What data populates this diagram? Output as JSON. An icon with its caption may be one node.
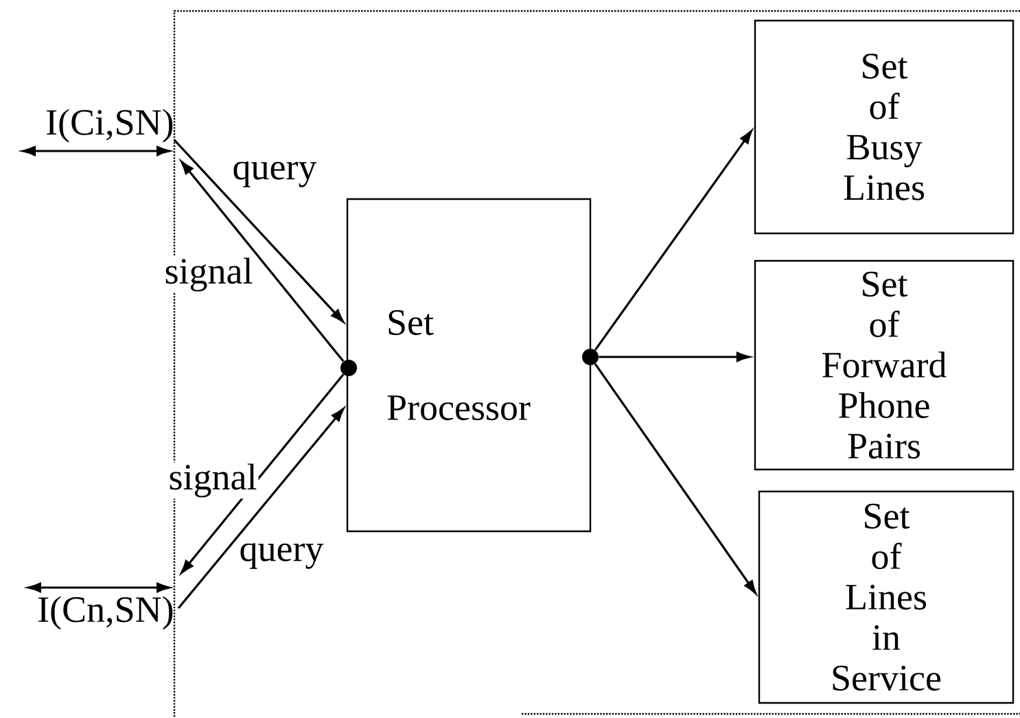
{
  "diagram": {
    "nodes": [
      {
        "text": [
          "I(Ci,SN)"
        ]
      },
      {
        "text": [
          "I(Cn,SN)"
        ]
      },
      {
        "text": [
          "Set Processor"
        ]
      },
      {
        "text": [],
        "shape": "circle"
      },
      {
        "text": [],
        "shape": "circle"
      },
      {
        "text": [
          "Set of Busy Lines"
        ]
      },
      {
        "text": [
          "Set of Forward Phone Pairs"
        ]
      },
      {
        "text": [
          "Set of Lines in Service"
        ]
      }
    ],
    "edges": [
      {
        "from": null,
        "to": 0,
        "arrow": "both"
      },
      {
        "from": 0,
        "to": 2,
        "arrow": "to",
        "label": "query"
      },
      {
        "from": 3,
        "to": 0,
        "arrow": "to",
        "label": "signal"
      },
      {
        "from": 3,
        "to": 1,
        "arrow": "to",
        "label": "signal"
      },
      {
        "from": 1,
        "to": 2,
        "arrow": "to",
        "label": "query"
      },
      {
        "from": null,
        "to": 1,
        "arrow": "both"
      },
      {
        "from": 4,
        "to": 5,
        "arrow": "to"
      },
      {
        "from": 4,
        "to": 6,
        "arrow": "to"
      },
      {
        "from": 4,
        "to": 7,
        "arrow": "to"
      }
    ]
  }
}
